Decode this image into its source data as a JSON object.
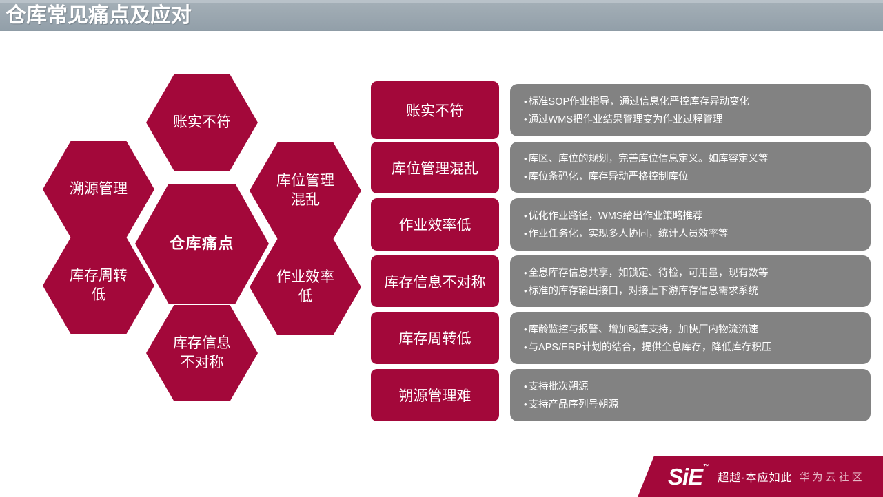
{
  "header": {
    "title": "仓库常见痛点及应对"
  },
  "hex_diagram": {
    "center": {
      "label": "仓库痛点"
    },
    "nodes": [
      {
        "id": "top",
        "label": "账实不符"
      },
      {
        "id": "upper-left",
        "label": "溯源管理"
      },
      {
        "id": "upper-right",
        "label": "库位管理\n混乱"
      },
      {
        "id": "lower-left",
        "label": "库存周转\n低"
      },
      {
        "id": "lower-right",
        "label": "作业效率\n低"
      },
      {
        "id": "bottom",
        "label": "库存信息\n不对称"
      }
    ]
  },
  "rows": [
    {
      "pain_point": "账实不符",
      "solutions": [
        "标准SOP作业指导，通过信息化严控库存异动变化",
        "通过WMS把作业结果管理变为作业过程管理"
      ]
    },
    {
      "pain_point": "库位管理混乱",
      "solutions": [
        "库区、库位的规划，完善库位信息定义。如库容定义等",
        "库位条码化，库存异动严格控制库位"
      ]
    },
    {
      "pain_point": "作业效率低",
      "solutions": [
        "优化作业路径，WMS给出作业策略推荐",
        "作业任务化，实现多人协同，统计人员效率等"
      ]
    },
    {
      "pain_point": "库存信息不对称",
      "solutions": [
        "全息库存信息共享，如锁定、待检，可用量，现有数等",
        "标准的库存输出接口，对接上下游库存信息需求系统"
      ]
    },
    {
      "pain_point": "库存周转低",
      "solutions": [
        "库龄监控与报警、增加越库支持，加快厂内物流流速",
        "与APS/ERP计划的结合，提供全息库存，降低库存积压"
      ]
    },
    {
      "pain_point": "朔源管理难",
      "solutions": [
        "支持批次朔源",
        "支持产品序列号朔源"
      ]
    }
  ],
  "footer": {
    "logo_mark": "SiE",
    "trademark": "™",
    "slogan": "超越·本应如此",
    "community": "华为云社区"
  },
  "colors": {
    "crimson": "#a3083a",
    "gray_box": "#828282",
    "title_bar": "#929fa9"
  }
}
